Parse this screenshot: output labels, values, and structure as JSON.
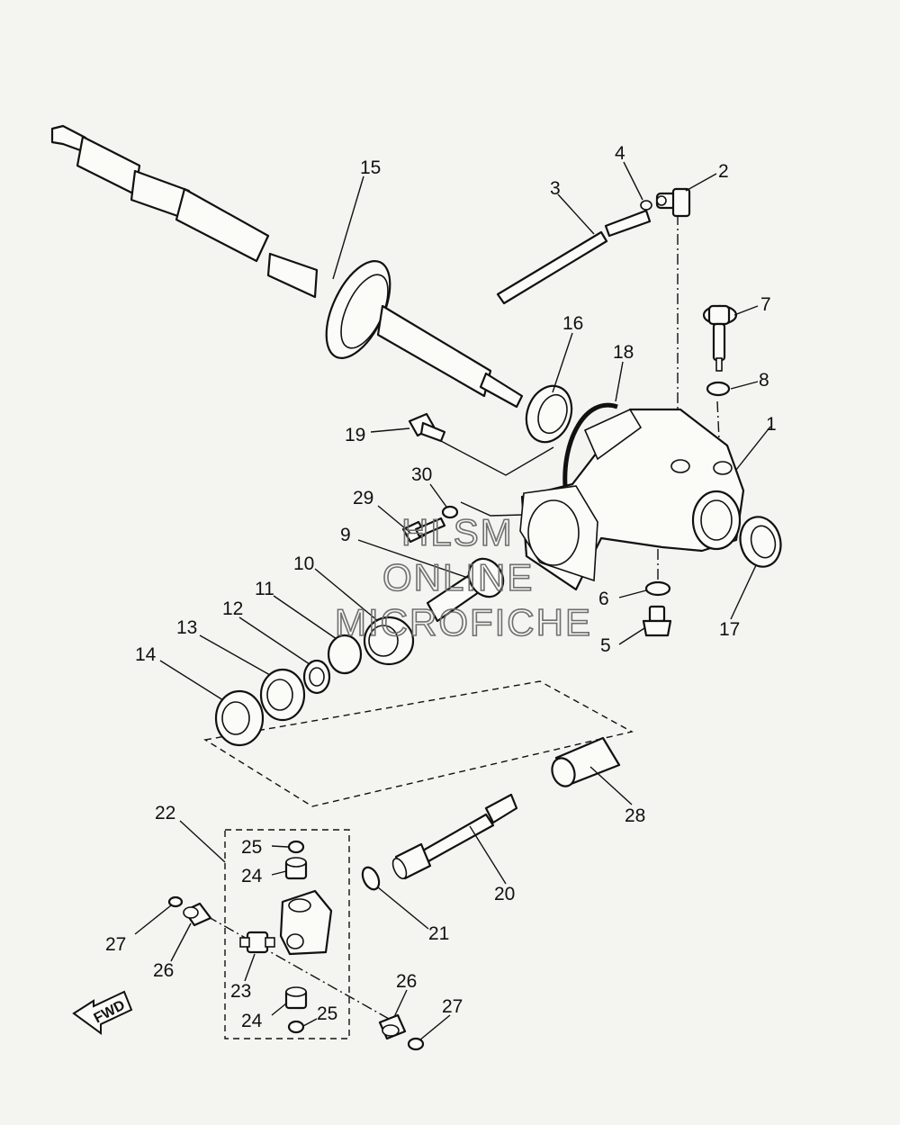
{
  "callouts": {
    "c1": "1",
    "c2": "2",
    "c3": "3",
    "c4": "4",
    "c5": "5",
    "c6": "6",
    "c7": "7",
    "c8": "8",
    "c9": "9",
    "c10": "10",
    "c11": "11",
    "c12": "12",
    "c13": "13",
    "c14": "14",
    "c15": "15",
    "c16": "16",
    "c17": "17",
    "c18": "18",
    "c19": "19",
    "c20": "20",
    "c21": "21",
    "c22": "22",
    "c23": "23",
    "c24a": "24",
    "c24b": "24",
    "c25a": "25",
    "c25b": "25",
    "c26a": "26",
    "c26b": "26",
    "c27a": "27",
    "c27b": "27",
    "c28": "28",
    "c29": "29",
    "c30": "30"
  },
  "watermark": {
    "line1": "HLSM",
    "line2": "ONLINE",
    "line3": "MICROFICHE"
  },
  "direction_arrow": {
    "label": "FWD",
    "icon": "fwd-arrow-icon"
  }
}
